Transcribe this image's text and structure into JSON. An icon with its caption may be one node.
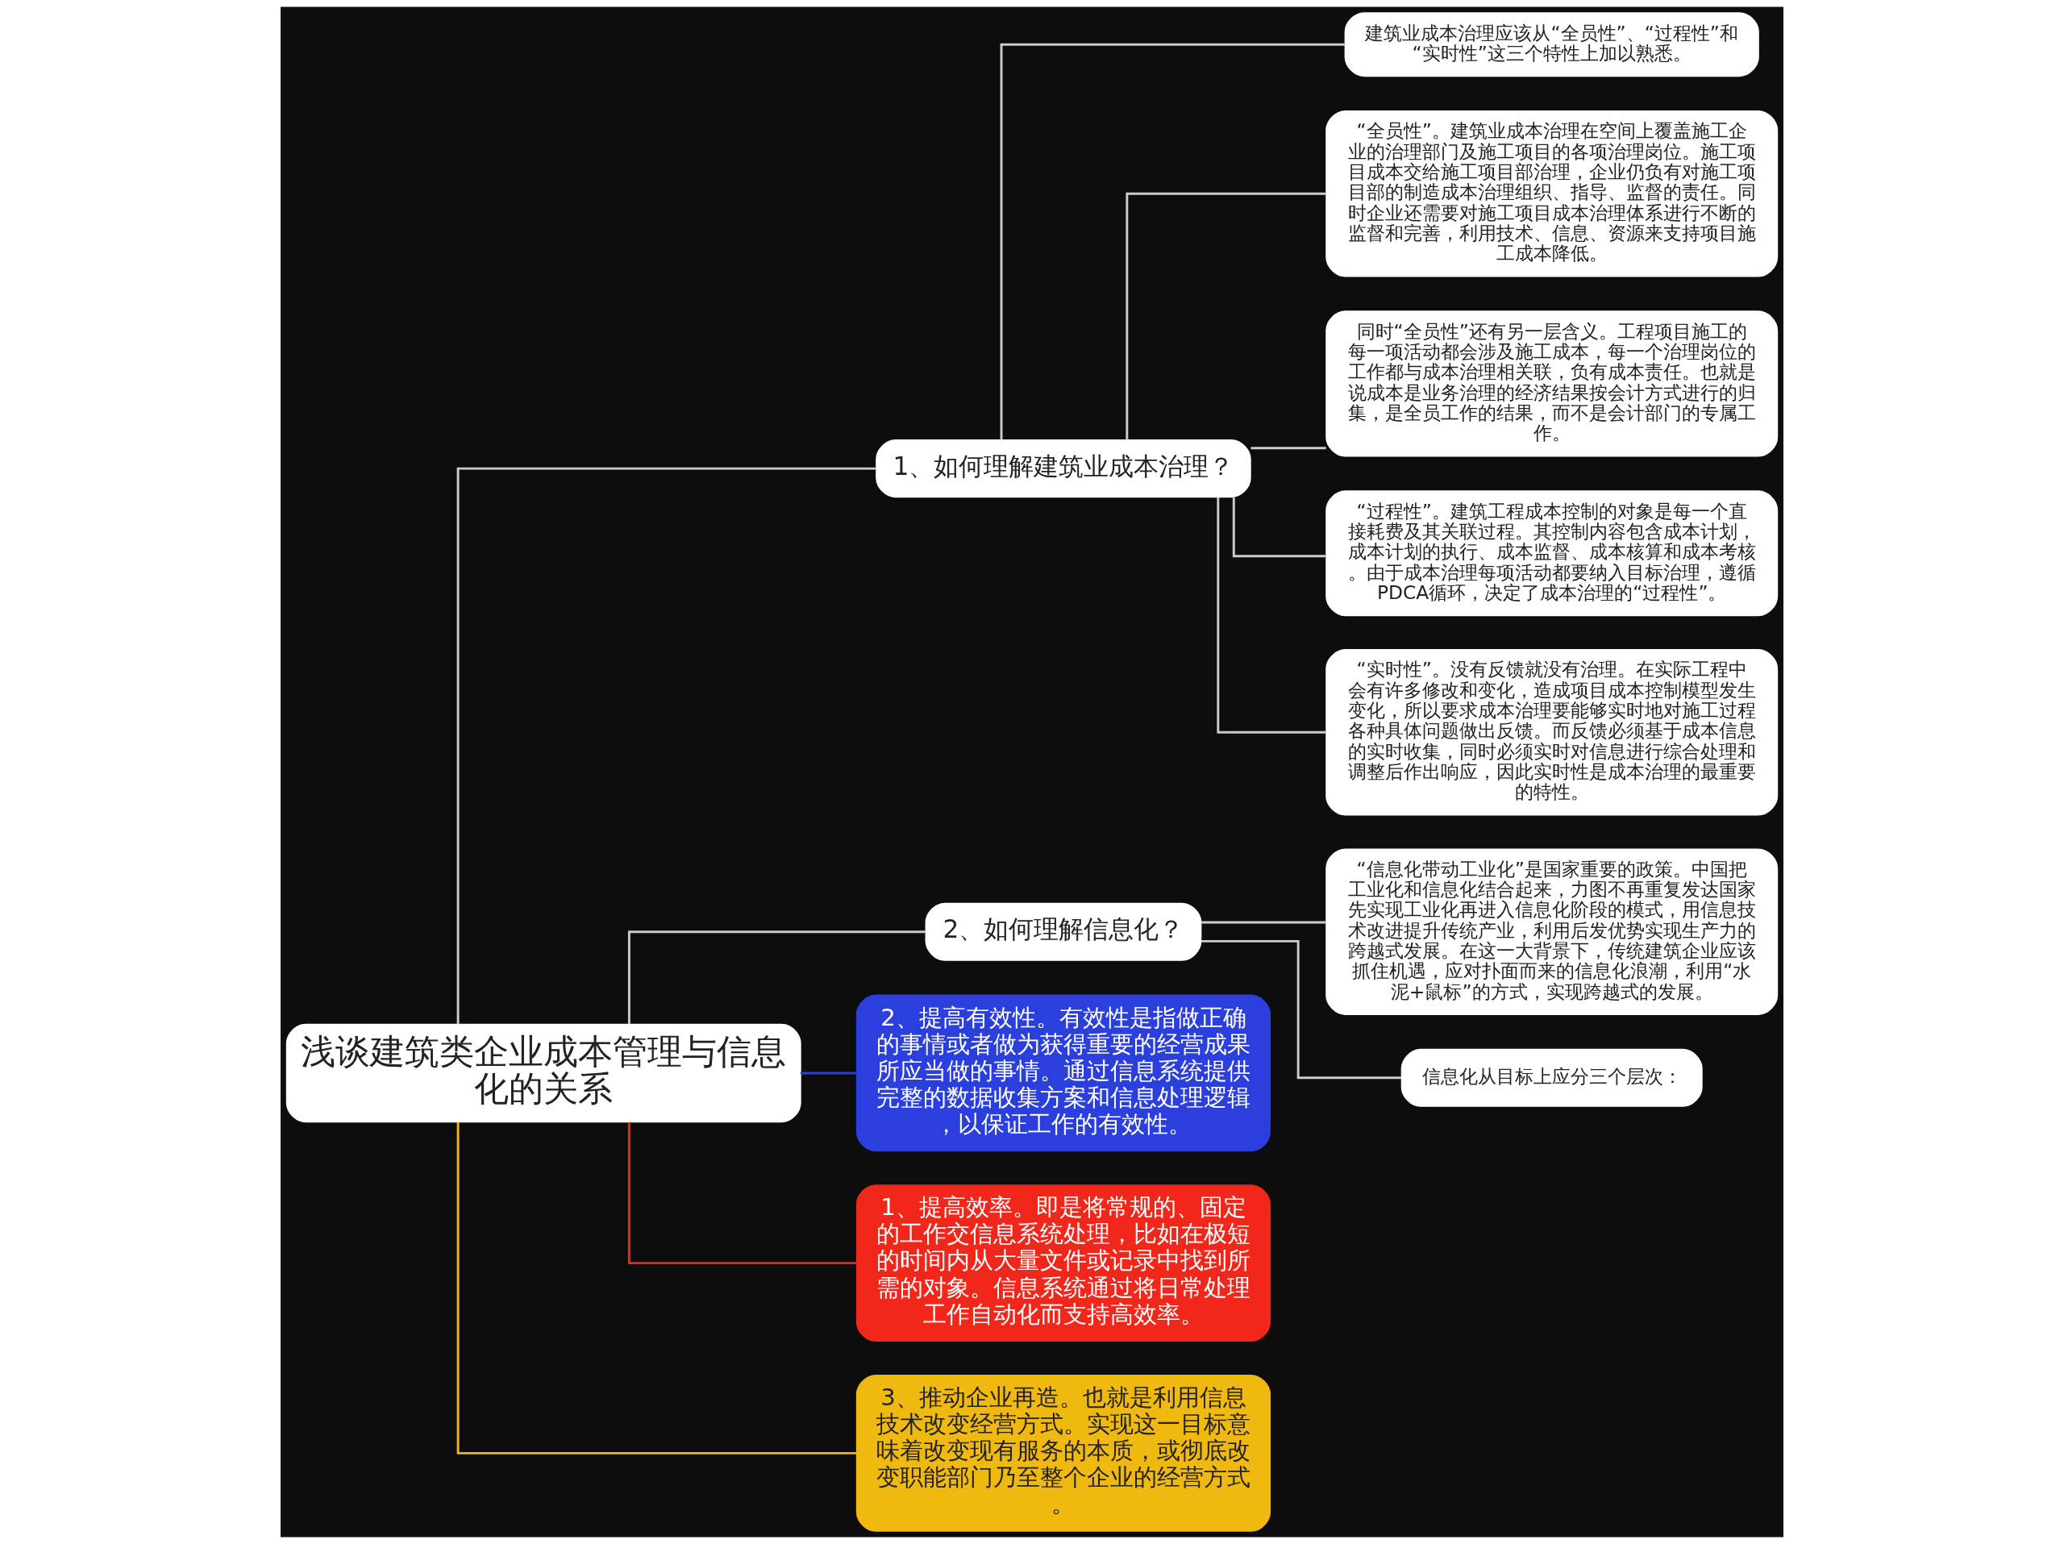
{
  "diagram": {
    "nodes": [
      {
        "text": [
          "浅谈建筑类企业成本管理与信息化的关系"
        ]
      },
      {
        "text": [
          "1、如何理解建筑业成本治理？"
        ]
      },
      {
        "text": [
          "建筑业成本治理应该从“全员性”、“过程性”和“实时性”这三个特性上加以熟悉。"
        ]
      },
      {
        "text": [
          "“全员性”。建筑业成本治理在空间上覆盖施工企业的治理部门及施工项目的各项治理岗位。施工项目成本交给施工项目部治理，企业仍负有对施工项目部的制造成本治理组织、指导、监督的责任。同时企业还需要对施工项目成本治理体系进行不断的监督和完善，利用技术、信息、资源来支持项目施工成本降低。"
        ]
      },
      {
        "text": [
          "同时“全员性”还有另一层含义。工程项目施工的每一项活动都会涉及施工成本，每一个治理岗位的工作都与成本治理相关联，负有成本责任。也就是说成本是业务治理的经济结果按会计方式进行的归集，是全员工作的结果，而不是会计部门的专属工作。"
        ]
      },
      {
        "text": [
          "“过程性”。建筑工程成本控制的对象是每一个直接耗费及其关联过程。其控制内容包含成本计划，成本计划的执行、成本监督、成本核算和成本考核。由于成本治理每项活动都要纳入目标治理，遵循PDCA循环，决定了成本治理的“过程性”。"
        ]
      },
      {
        "text": [
          "“实时性”。没有反馈就没有治理。在实际工程中会有许多修改和变化，造成项目成本控制模型发生变化，所以要求成本治理要能够实时地对施工过程各种具体问题做出反馈。而反馈必须基于成本信息的实时收集，同时必须实时对信息进行综合处理和调整后作出响应，因此实时性是成本治理的最重要的特性。"
        ]
      },
      {
        "text": [
          "2、如何理解信息化？"
        ]
      },
      {
        "text": [
          "“信息化带动工业化”是国家重要的政策。中国把工业化和信息化结合起来，力图不再重复发达国家先实现工业化再进入信息化阶段的模式，用信息技术改进提升传统产业，利用后发优势实现生产力的跨越式发展。在这一大背景下，传统建筑企业应该抓住机遇，应对扑面而来的信息化浪潮，利用“水泥+鼠标”的方式，实现跨越式的发展。"
        ]
      },
      {
        "text": [
          "信息化从目标上应分三个层次："
        ]
      },
      {
        "text": [
          "2、提高有效性。有效性是指做正确的事情或者做为获得重要的经营成果所应当做的事情。通过信息系统提供完整的数据收集方案和信息处理逻辑，以保证工作的有效性。"
        ]
      },
      {
        "text": [
          "1、提高效率。即是将常规的、固定的工作交信息系统处理，比如在极短的时间内从大量文件或记录中找到所需的对象。信息系统通过将日常处理工作自动化而支持高效率。"
        ]
      },
      {
        "text": [
          "3、推动企业再造。也就是利用信息技术改变经营方式。实现这一目标意味着改变现有服务的本质，或彻底改变职能部门乃至整个企业的经营方式。"
        ]
      }
    ],
    "edges": [
      {
        "from": 0,
        "to": 1,
        "arrow": "none"
      },
      {
        "from": 1,
        "to": 2,
        "arrow": "none"
      },
      {
        "from": 1,
        "to": 3,
        "arrow": "none"
      },
      {
        "from": 1,
        "to": 4,
        "arrow": "none"
      },
      {
        "from": 1,
        "to": 5,
        "arrow": "none"
      },
      {
        "from": 1,
        "to": 6,
        "arrow": "none"
      },
      {
        "from": 0,
        "to": 7,
        "arrow": "none"
      },
      {
        "from": 7,
        "to": 8,
        "arrow": "none"
      },
      {
        "from": 7,
        "to": 9,
        "arrow": "none"
      },
      {
        "from": 0,
        "to": 10,
        "arrow": "none",
        "color": "#2a3fdc"
      },
      {
        "from": 0,
        "to": 11,
        "arrow": "none",
        "color": "#f0271a"
      },
      {
        "from": 0,
        "to": 12,
        "arrow": "none",
        "color": "#f0b90f"
      }
    ]
  }
}
